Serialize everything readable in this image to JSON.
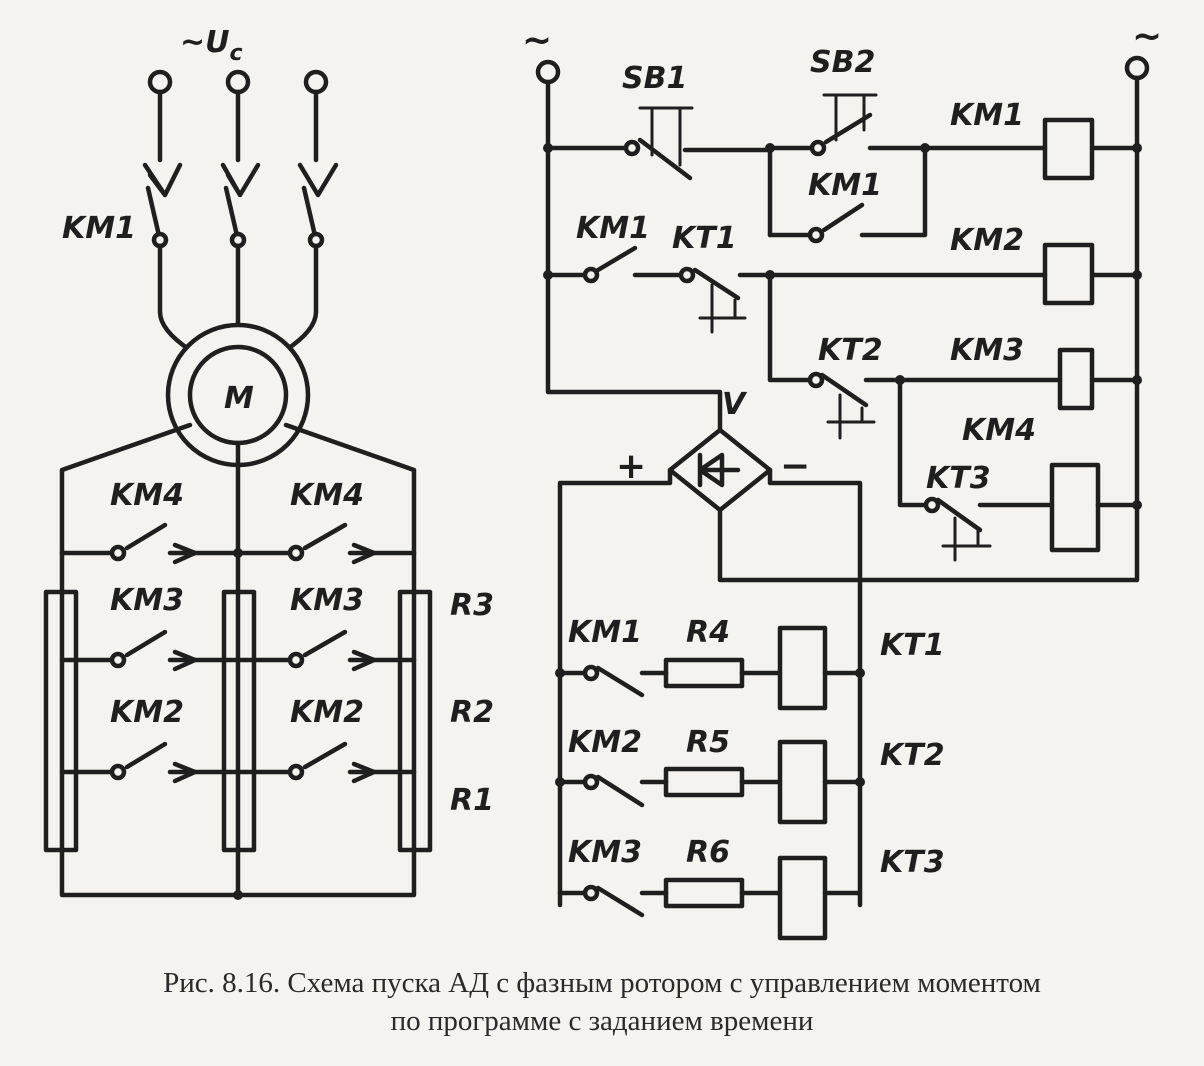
{
  "diagram": {
    "supply_left": "~U",
    "supply_left_sub": "c",
    "tilde": "~",
    "motor": "M",
    "plus": "+",
    "minus": "−",
    "bridge": "V",
    "labels": {
      "SB1": "SB1",
      "SB2": "SB2",
      "KM1": "KM1",
      "KM2": "KM2",
      "KM3": "KM3",
      "KM4": "KM4",
      "KT1": "KT1",
      "KT2": "KT2",
      "KT3": "KT3",
      "R1": "R1",
      "R2": "R2",
      "R3": "R3",
      "R4": "R4",
      "R5": "R5",
      "R6": "R6"
    }
  },
  "caption": {
    "line1": "Рис. 8.16. Схема пуска АД с фазным ротором с управлением моментом",
    "line2": "по программе с заданием времени"
  }
}
